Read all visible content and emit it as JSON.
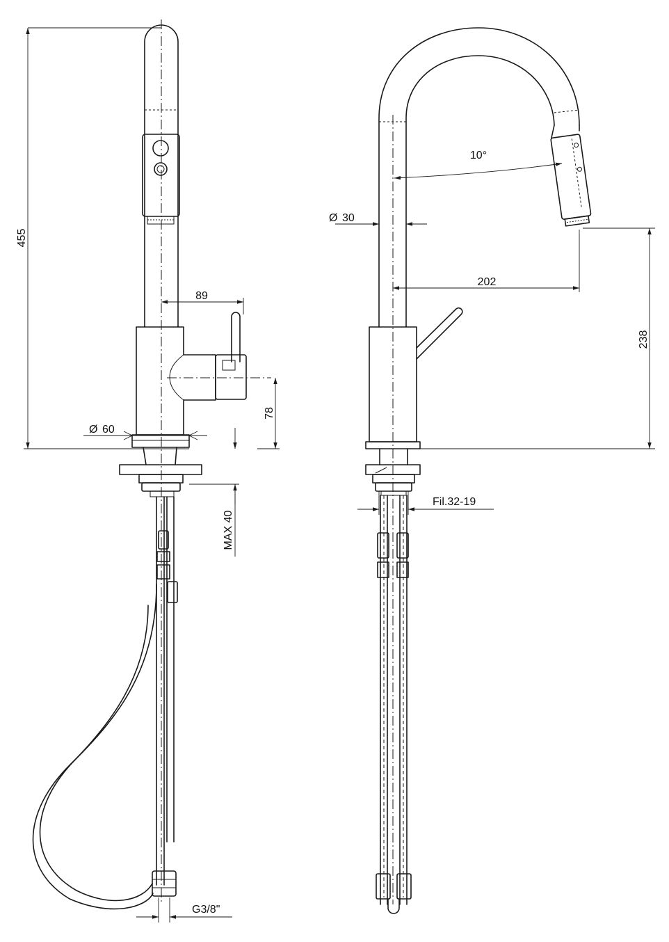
{
  "dimensions": {
    "total_height": "455",
    "lever_offset": "89",
    "lever_height": "78",
    "base_diameter": "60",
    "max_deck": "MAX 40",
    "thread_hose": "G3/8\"",
    "spout_diameter": "30",
    "rotation_angle": "10°",
    "spout_reach": "202",
    "spout_height": "238",
    "shank_thread": "Fil.32-19"
  },
  "symbols": {
    "diameter": "Ø"
  }
}
